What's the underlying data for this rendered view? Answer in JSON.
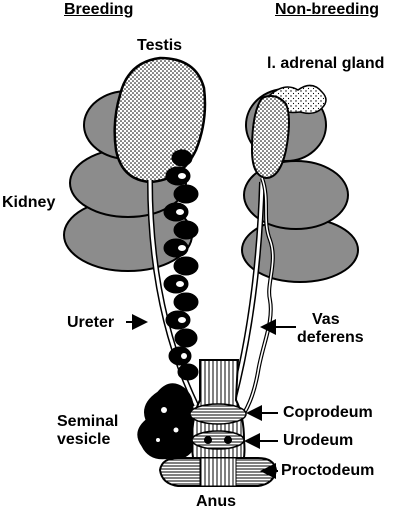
{
  "headers": {
    "breeding": "Breeding",
    "non_breeding": "Non-breeding"
  },
  "labels": {
    "testis": "Testis",
    "adrenal": "l. adrenal gland",
    "kidney": "Kidney",
    "ureter": "Ureter",
    "vas_line1": "Vas",
    "vas_line2": "deferens",
    "seminal_line1": "Seminal",
    "seminal_line2": "vesicle",
    "coprodeum": "Coprodeum",
    "urodeum": "Urodeum",
    "proctodeum": "Proctodeum",
    "anus": "Anus"
  },
  "colors": {
    "ink": "#000000",
    "organ_gray": "#8c8c8c",
    "paper": "#ffffff"
  }
}
